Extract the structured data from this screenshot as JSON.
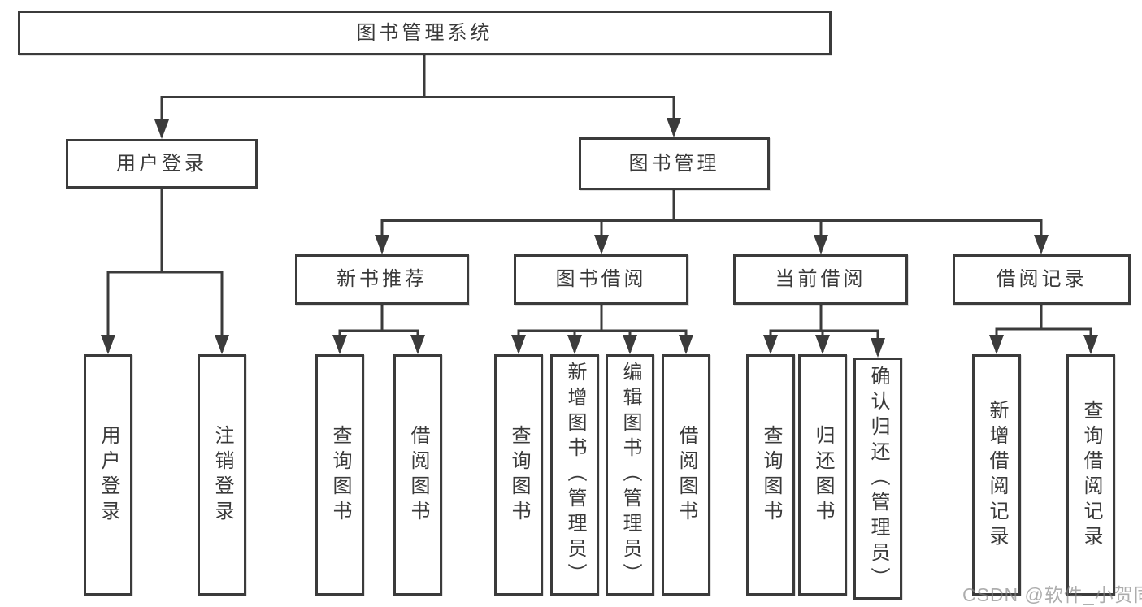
{
  "diagram": {
    "root": {
      "label": "图书管理系统"
    },
    "level2": {
      "user_login": {
        "label": "用户登录"
      },
      "book_mgmt": {
        "label": "图书管理"
      }
    },
    "level3": {
      "new_book": {
        "label": "新书推荐"
      },
      "book_borrow": {
        "label": "图书借阅"
      },
      "current_borrow": {
        "label": "当前借阅"
      },
      "borrow_record": {
        "label": "借阅记录"
      }
    },
    "leaves": {
      "user_login": [
        {
          "label": "用户登录"
        },
        {
          "label": "注销登录"
        }
      ],
      "new_book": [
        {
          "label": "查询图书"
        },
        {
          "label": "借阅图书"
        }
      ],
      "book_borrow": [
        {
          "label": "查询图书"
        },
        {
          "label": "新增图书（管理员）"
        },
        {
          "label": "编辑图书（管理员）"
        },
        {
          "label": "借阅图书"
        }
      ],
      "current_borrow": [
        {
          "label": "查询图书"
        },
        {
          "label": "归还图书"
        },
        {
          "label": "确认归还（管理员）"
        }
      ],
      "borrow_record": [
        {
          "label": "新增借阅记录"
        },
        {
          "label": "查询借阅记录"
        }
      ]
    },
    "colors": {
      "line": "#3b3b3b",
      "text": "#3a3a3a",
      "box_background": "#ffffff",
      "watermark": "#828282"
    }
  },
  "watermark": {
    "text": "CSDN @软件_小贺同学"
  }
}
